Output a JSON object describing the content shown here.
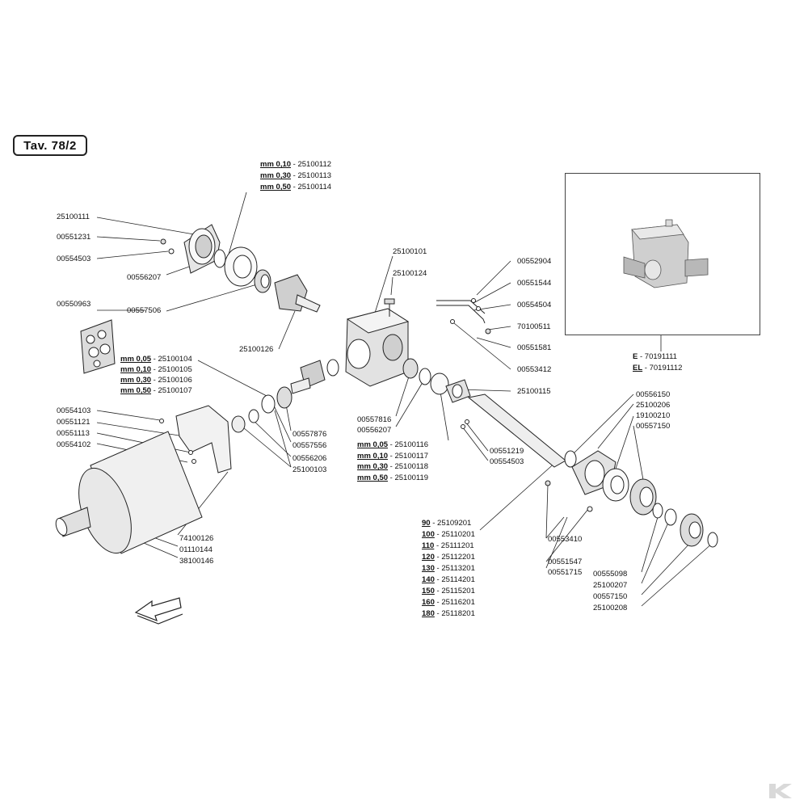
{
  "title": "Tav. 78/2",
  "labels_left": [
    {
      "id": "l1",
      "text": "25100111"
    },
    {
      "id": "l2",
      "text": "00551231"
    },
    {
      "id": "l3",
      "text": "00554503"
    },
    {
      "id": "l4",
      "text": "00556207"
    },
    {
      "id": "l5",
      "text": "00557506"
    },
    {
      "id": "l6",
      "text": "00550963"
    },
    {
      "id": "l7",
      "text": "25100126"
    },
    {
      "id": "l8",
      "text": "00554103"
    },
    {
      "id": "l9",
      "text": "00551121"
    },
    {
      "id": "l10",
      "text": "00551113"
    },
    {
      "id": "l11",
      "text": "00554102"
    },
    {
      "id": "l12",
      "text": "74100126"
    },
    {
      "id": "l13",
      "text": "01110144"
    },
    {
      "id": "l14",
      "text": "38100146"
    },
    {
      "id": "l15",
      "text": "00557876"
    },
    {
      "id": "l16",
      "text": "00557556"
    },
    {
      "id": "l17",
      "text": "00556206"
    },
    {
      "id": "l18",
      "text": "25100103"
    },
    {
      "id": "l19",
      "text": "25100101"
    },
    {
      "id": "l20",
      "text": "25100124"
    },
    {
      "id": "l21",
      "text": "00557816"
    },
    {
      "id": "l22",
      "text": "00556207"
    },
    {
      "id": "l23",
      "text": "00552904"
    },
    {
      "id": "l24",
      "text": "00551544"
    },
    {
      "id": "l25",
      "text": "00554504"
    },
    {
      "id": "l26",
      "text": "70100511"
    },
    {
      "id": "l27",
      "text": "00551581"
    },
    {
      "id": "l28",
      "text": "00553412"
    },
    {
      "id": "l29",
      "text": "25100115"
    },
    {
      "id": "l30",
      "text": "00551219"
    },
    {
      "id": "l31",
      "text": "00554503"
    },
    {
      "id": "l32",
      "text": "00553410"
    },
    {
      "id": "l33",
      "text": "00551547"
    },
    {
      "id": "l34",
      "text": "00551715"
    },
    {
      "id": "l35",
      "text": "00556150"
    },
    {
      "id": "l36",
      "text": "25100206"
    },
    {
      "id": "l37",
      "text": "19100210"
    },
    {
      "id": "l38",
      "text": "00557150"
    },
    {
      "id": "l39",
      "text": "00555098"
    },
    {
      "id": "l40",
      "text": "25100207"
    },
    {
      "id": "l41",
      "text": "00557150"
    },
    {
      "id": "l42",
      "text": "25100208"
    }
  ],
  "shim_group_top": [
    {
      "mm": "mm 0,10",
      "code": "25100112"
    },
    {
      "mm": "mm 0,30",
      "code": "25100113"
    },
    {
      "mm": "mm 0,50",
      "code": "25100114"
    }
  ],
  "shim_group_mid": [
    {
      "mm": "mm 0,05",
      "code": "25100104"
    },
    {
      "mm": "mm 0,10",
      "code": "25100105"
    },
    {
      "mm": "mm 0,30",
      "code": "25100106"
    },
    {
      "mm": "mm 0,50",
      "code": "25100107"
    }
  ],
  "shim_group_right": [
    {
      "mm": "mm 0,05",
      "code": "25100116"
    },
    {
      "mm": "mm 0,10",
      "code": "25100117"
    },
    {
      "mm": "mm 0,30",
      "code": "25100118"
    },
    {
      "mm": "mm 0,50",
      "code": "25100119"
    }
  ],
  "shaft_lengths": [
    {
      "len": "90",
      "code": "25109201"
    },
    {
      "len": "100",
      "code": "25110201"
    },
    {
      "len": "110",
      "code": "25111201"
    },
    {
      "len": "120",
      "code": "25112201"
    },
    {
      "len": "130",
      "code": "25113201"
    },
    {
      "len": "140",
      "code": "25114201"
    },
    {
      "len": "150",
      "code": "25115201"
    },
    {
      "len": "160",
      "code": "25116201"
    },
    {
      "len": "180",
      "code": "25118201"
    }
  ],
  "inset_codes": [
    {
      "prefix": "E",
      "code": "70191111"
    },
    {
      "prefix": "EL",
      "code": "70191112"
    }
  ],
  "colors": {
    "line": "#222222",
    "fill": "#f2f2f2",
    "shade": "#bdbdbd"
  }
}
